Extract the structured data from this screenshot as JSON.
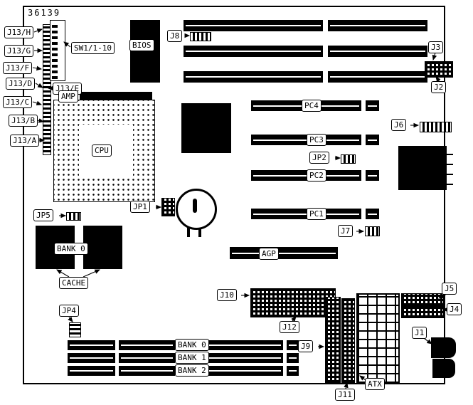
{
  "diagram": {
    "part_number": "36139",
    "colors": {
      "ink": "#000000",
      "paper": "#ffffff"
    },
    "labels": {
      "j13h": "J13/H",
      "j13g": "J13/G",
      "j13f": "J13/F",
      "j13d": "J13/D",
      "j13c": "J13/C",
      "j13b": "J13/B",
      "j13a": "J13/A",
      "j13e": "J13/E",
      "sw1": "SW1/1-10",
      "amp": "AMP",
      "bios": "BIOS",
      "j8": "J8",
      "j3": "J3",
      "j2": "J2",
      "j6": "J6",
      "pc4": "PC4",
      "pc3": "PC3",
      "pc2": "PC2",
      "pc1": "PC1",
      "jp2": "JP2",
      "cpu": "CPU",
      "jp1": "JP1",
      "jp5": "JP5",
      "bank0_cache": "BANK 0",
      "cache": "CACHE",
      "agp": "AGP",
      "j10": "J10",
      "j12": "J12",
      "jp4": "JP4",
      "bank0": "BANK 0",
      "bank1": "BANK 1",
      "bank2": "BANK 2",
      "j9": "J9",
      "j11": "J11",
      "atx": "ATX",
      "j5": "J5",
      "j4": "J4",
      "j1": "J1",
      "j7": "J7"
    }
  }
}
